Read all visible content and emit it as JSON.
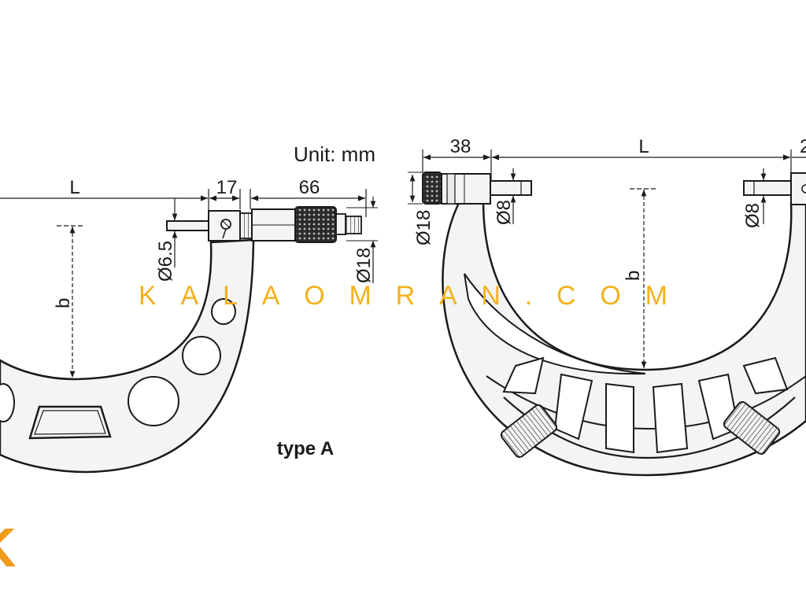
{
  "unit_label": "Unit: mm",
  "type_label": "type A",
  "watermark": "KALAOMRAN.COM",
  "logo_fragment": "K",
  "left_drawing": {
    "dim_L": "L",
    "dim_b": "b",
    "dim_17": "17",
    "dim_66": "66",
    "dim_spindle": "Ø6.5",
    "dim_thimble": "Ø18"
  },
  "right_drawing": {
    "dim_38": "38",
    "dim_L": "L",
    "dim_right_cut": "2",
    "dim_b": "b",
    "dim_head": "Ø18",
    "dim_spindle": "Ø8",
    "dim_anvil": "Ø8"
  },
  "colors": {
    "line": "#1a1a1a",
    "frame_fill": "#f4f4f4",
    "watermark": "#f2b21d",
    "logo": "#f29a1a"
  }
}
